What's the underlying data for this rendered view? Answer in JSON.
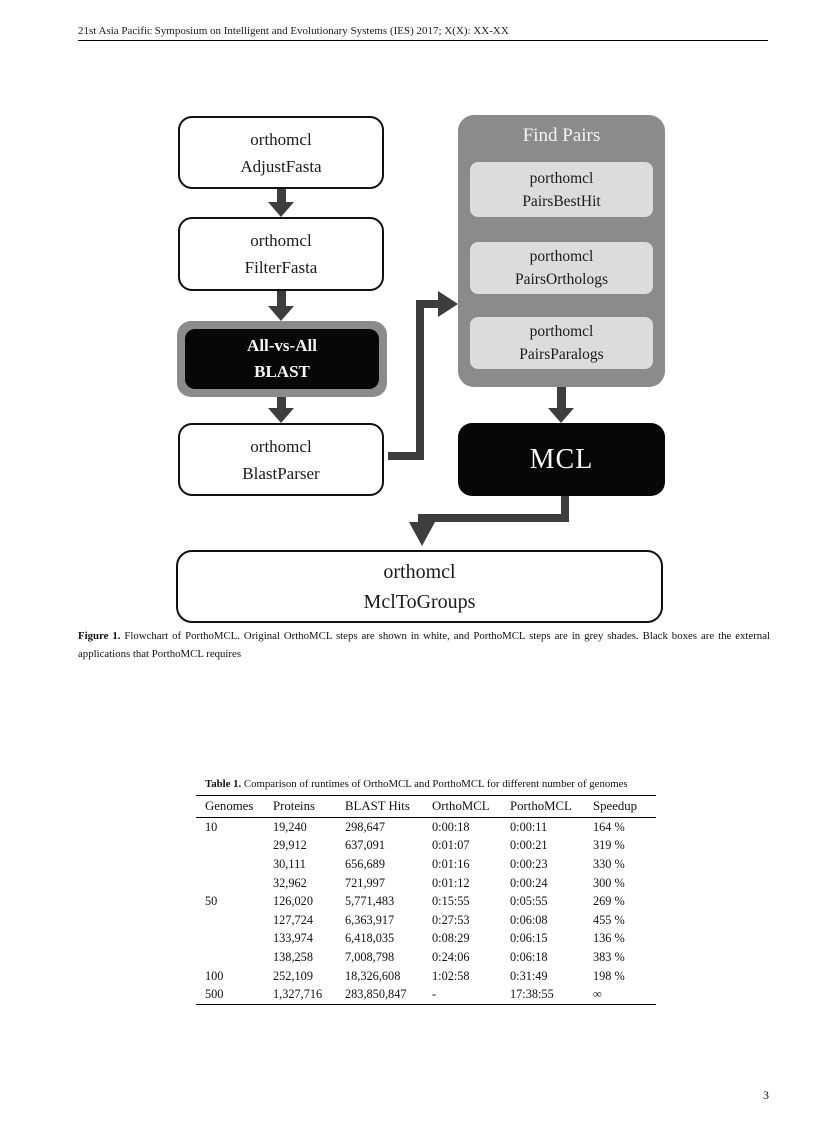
{
  "header": {
    "text": "21st Asia Pacific Symposium on Intelligent and Evolutionary Systems (IES) 2017; X(X): XX-XX"
  },
  "page_number": "3",
  "figure": {
    "caption_label": "Figure 1.",
    "caption_text": "Flowchart of PorthoMCL. Original OrthoMCL steps are shown in white, and PorthoMCL steps are in grey shades. Black boxes are the external applications that PorthoMCL requires",
    "nodes": {
      "adjustfasta": {
        "line1": "orthomcl",
        "line2": "AdjustFasta"
      },
      "filterfasta": {
        "line1": "orthomcl",
        "line2": "FilterFasta"
      },
      "blast": {
        "line1": "All-vs-All",
        "line2": "BLAST"
      },
      "blastparser": {
        "line1": "orthomcl",
        "line2": "BlastParser"
      },
      "findpairs": {
        "title": "Find Pairs"
      },
      "pairsbesthit": {
        "line1": "porthomcl",
        "line2": "PairsBestHit"
      },
      "pairsorthologs": {
        "line1": "porthomcl",
        "line2": "PairsOrthologs"
      },
      "pairsparalogs": {
        "line1": "porthomcl",
        "line2": "PairsParalogs"
      },
      "mcl": {
        "label": "MCL"
      },
      "mcltogroups": {
        "line1": "orthomcl",
        "line2": "MclToGroups"
      }
    }
  },
  "table": {
    "title_label": "Table 1.",
    "title_text": "Comparison of runtimes of OrthoMCL and PorthoMCL for different number of genomes",
    "columns": [
      "Genomes",
      "Proteins",
      "BLAST Hits",
      "OrthoMCL",
      "PorthoMCL",
      "Speedup"
    ],
    "rows": [
      [
        "10",
        "19,240",
        "298,647",
        "0:00:18",
        "0:00:11",
        "164 %"
      ],
      [
        "",
        "29,912",
        "637,091",
        "0:01:07",
        "0:00:21",
        "319 %"
      ],
      [
        "",
        "30,111",
        "656,689",
        "0:01:16",
        "0:00:23",
        "330 %"
      ],
      [
        "",
        "32,962",
        "721,997",
        "0:01:12",
        "0:00:24",
        "300 %"
      ],
      [
        "50",
        "126,020",
        "5,771,483",
        "0:15:55",
        "0:05:55",
        "269 %"
      ],
      [
        "",
        "127,724",
        "6,363,917",
        "0:27:53",
        "0:06:08",
        "455 %"
      ],
      [
        "",
        "133,974",
        "6,418,035",
        "0:08:29",
        "0:06:15",
        "136 %"
      ],
      [
        "",
        "138,258",
        "7,008,798",
        "0:24:06",
        "0:06:18",
        "383 %"
      ],
      [
        "100",
        "252,109",
        "18,326,608",
        "1:02:58",
        "0:31:49",
        "198 %"
      ],
      [
        "500",
        "1,327,716",
        "283,850,847",
        "-",
        "17:38:55",
        "∞"
      ]
    ]
  },
  "colors": {
    "grey-panel": "#8b8b8b",
    "light-box": "#dcdcdc",
    "black-box": "#070707",
    "arrow": "#3d3d3d",
    "box-border": "#111111",
    "text-dark": "#1a1a1a",
    "text-light": "#f4f4f4"
  }
}
